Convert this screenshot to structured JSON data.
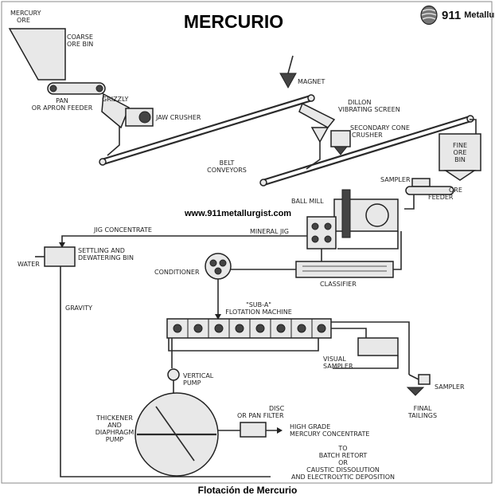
{
  "title": "MERCURIO",
  "brand": {
    "number": "911",
    "name": "Metallurgist",
    "logo": "globe-logo"
  },
  "url": "www.911metallurgist.com",
  "caption": "Flotación de Mercurio",
  "labels": {
    "mercury_ore": [
      "MERCURY",
      "ORE"
    ],
    "coarse_bin": [
      "COARSE",
      "ORE BIN"
    ],
    "grizzly": "GRIZZLY",
    "pan_feeder": [
      "PAN",
      "OR APRON FEEDER"
    ],
    "jaw_crusher": "JAW CRUSHER",
    "magnet": "MAGNET",
    "dillon": [
      "DILLON",
      "VIBRATING SCREEN"
    ],
    "cone_crusher": [
      "SECONDARY CONE",
      "CRUSHER"
    ],
    "fine_bin": [
      "FINE",
      "ORE",
      "BIN"
    ],
    "belt": [
      "BELT",
      "CONVEYORS"
    ],
    "sampler_top": "SAMPLER",
    "ore_feeder": [
      "ORE",
      "FEEDER"
    ],
    "ball_mill": "BALL MILL",
    "jig_concentrate": "JIG CONCENTRATE",
    "mineral_jig": "MINERAL JIG",
    "water": "WATER",
    "settling": [
      "SETTLING AND",
      "DEWATERING BIN"
    ],
    "conditioner": "CONDITIONER",
    "classifier": "CLASSIFIER",
    "gravity": "GRAVITY",
    "flotation": [
      "\"SUB-A\"",
      "FLOTATION MACHINE"
    ],
    "visual_sampler": [
      "VISUAL",
      "SAMPLER"
    ],
    "sampler_bottom": "SAMPLER",
    "final_tailings": [
      "FINAL",
      "TAILINGS"
    ],
    "vertical_pump": [
      "VERTICAL",
      "PUMP"
    ],
    "thickener": [
      "THICKENER",
      "AND",
      "DIAPHRAGM",
      "PUMP"
    ],
    "disc_filter": [
      "DISC",
      "OR PAN FILTER"
    ],
    "high_grade": [
      "HIGH GRADE",
      "MERCURY CONCENTRATE"
    ],
    "to_batch": [
      "TO",
      "BATCH RETORT",
      "OR",
      "CAUSTIC DISSOLUTION",
      "AND ELECTROLYTIC DEPOSITION"
    ]
  }
}
